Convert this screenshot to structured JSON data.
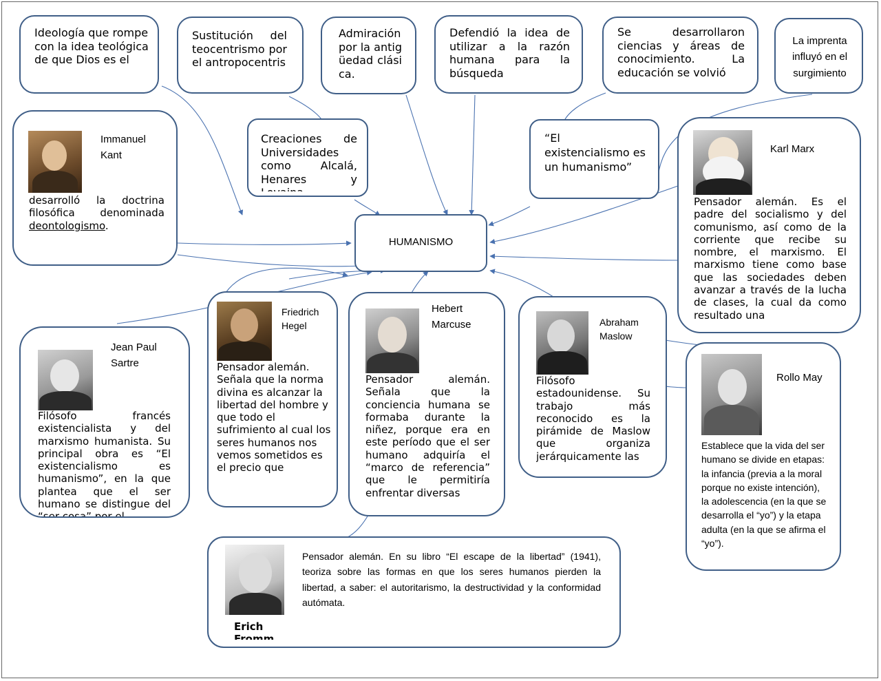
{
  "center": {
    "label": "HUMANISMO"
  },
  "top_boxes": [
    {
      "text": "Ideología que rompe con la idea teológica de que Dios es el"
    },
    {
      "text": "Sustitución del teocentrismo por el antropocentris"
    },
    {
      "text": "Admiración por la antigüedad clásica."
    },
    {
      "text": "Defendió la idea de utilizar a la razón humana para la búsqueda"
    },
    {
      "text": "Se desarrollaron ciencias y áreas de conocimiento. La educación se volvió"
    },
    {
      "text": "La imprenta influyó en el surgimiento"
    }
  ],
  "mid_boxes": {
    "universidades": "Creaciones de Universidades como Alcalá, Henares y Lovaina",
    "existencialismo": "“El existencialismo es un humanismo”"
  },
  "philosophers": {
    "kant": {
      "name": "Immanuel Kant",
      "text_a": "desarrolló la doctrina filosófica denominada ",
      "text_link": "deontologismo",
      "text_b": "."
    },
    "marx": {
      "name": "Karl Marx",
      "text": "Pensador alemán. Es el padre del socialismo y del comunismo, así como de la corriente que recibe su nombre, el marxismo. El marxismo tiene como base que las sociedades deben avanzar a través de la lucha de clases, la cual da como resultado una"
    },
    "sartre": {
      "name": "Jean Paul Sartre",
      "text": "Filósofo francés existencialista y del marxismo humanista. Su principal obra es “El existencialismo es humanismo”, en la que plantea que el ser humano se distingue del “ser cosa” por el"
    },
    "hegel": {
      "name": "Friedrich Hegel",
      "text": "Pensador alemán. Señala que la norma divina es alcanzar la libertad del hombre y que todo el sufrimiento al cual los seres humanos nos vemos sometidos es el precio que"
    },
    "marcuse": {
      "name": "Hebert Marcuse",
      "text": "Pensador alemán. Señala que la conciencia humana se formaba durante la niñez, porque era en este período que el ser humano adquiría el “marco de referencia” que le permitiría enfrentar diversas"
    },
    "maslow": {
      "name": "Abraham Maslow",
      "text": "Filósofo estadounidense. Su trabajo más reconocido es la pirámide de Maslow que organiza jerárquicamente las"
    },
    "may": {
      "name": "Rollo May",
      "text": "Establece que la vida del ser humano se divide en etapas: la infancia (previa a la moral porque no existe intención), la adolescencia (en la que se desarrolla el “yo”) y la etapa adulta (en la que se afirma el “yo”)."
    },
    "fromm": {
      "name": "Erich Fromm",
      "text": "Pensador alemán. En su libro “El escape de la libertad” (1941), teoriza sobre las formas en que los seres humanos pierden la libertad, a saber: el autoritarismo, la destructividad y la conformidad autómata."
    }
  },
  "colors": {
    "border": "#3f5e87",
    "connector": "#4a72b0"
  },
  "icons": [
    "kant-portrait",
    "marx-portrait",
    "sartre-portrait",
    "hegel-portrait",
    "marcuse-portrait",
    "maslow-portrait",
    "may-portrait",
    "fromm-portrait"
  ]
}
